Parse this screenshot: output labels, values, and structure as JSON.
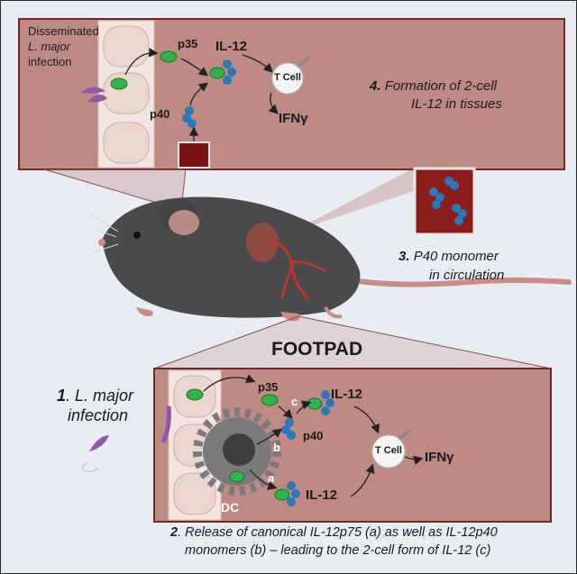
{
  "top_panel": {
    "disseminated_line1": "Disseminated",
    "disseminated_line2": "L. major",
    "disseminated_line3": "infection",
    "p35": "p35",
    "p40": "p40",
    "il12": "IL-12",
    "tcell": "T Cell",
    "ifng": "IFNγ",
    "step4_num": "4.",
    "step4_line1": "Formation of 2-cell",
    "step4_line2": "IL-12 in tissues"
  },
  "circulation": {
    "step3_num": "3.",
    "step3_line1": "P40 monomer",
    "step3_line2": "in circulation"
  },
  "footpad": {
    "title": "FOOTPAD",
    "step1_num": "1",
    "step1_line1": ". L. major",
    "step1_line2": "infection",
    "p35": "p35",
    "p40": "p40",
    "il12_top": "IL-12",
    "il12_bottom": "IL-12",
    "tcell": "T Cell",
    "ifng": "IFNγ",
    "dc": "DC",
    "label_a": "a",
    "label_b": "b",
    "label_c": "c",
    "step2_num": "2",
    "step2_line1": ". Release of canonical IL-12p75 (a) as well as IL-12p40",
    "step2_line2": "monomers (b) – leading to the 2-cell form of IL-12 (c)"
  },
  "colors": {
    "panel_fill": "#c08a84",
    "panel_border": "#6e2a28",
    "vessel": "#e9d5d0",
    "p35_green": "#2fb34a",
    "p40_blue": "#2b78b8",
    "mouse_body": "#4a4a4c",
    "box_red": "#8a1c1c"
  }
}
